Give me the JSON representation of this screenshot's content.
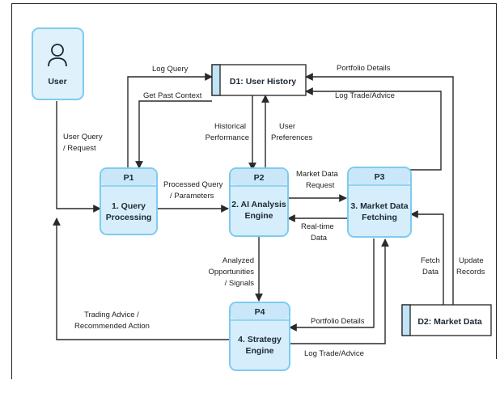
{
  "external_entity": {
    "label": "User"
  },
  "processes": {
    "p1": {
      "id": "P1",
      "name_line1": "1. Query",
      "name_line2": "Processing"
    },
    "p2": {
      "id": "P2",
      "name_line1": "2. AI Analysis",
      "name_line2": "Engine"
    },
    "p3": {
      "id": "P3",
      "name_line1": "3. Market Data",
      "name_line2": "Fetching"
    },
    "p4": {
      "id": "P4",
      "name_line1": "4. Strategy",
      "name_line2": "Engine"
    }
  },
  "data_stores": {
    "d1": {
      "label": "D1: User History"
    },
    "d2": {
      "label": "D2: Market Data"
    }
  },
  "flows": {
    "log_query": "Log Query",
    "get_past_context": "Get Past Context",
    "user_query_1": "User Query",
    "user_query_2": "/ Request",
    "processed_query_1": "Processed Query",
    "processed_query_2": "/ Parameters",
    "historical_1": "Historical",
    "historical_2": "Performance",
    "user_prefs_1": "User",
    "user_prefs_2": "Preferences",
    "market_request_1": "Market Data",
    "market_request_2": "Request",
    "realtime_1": "Real-time",
    "realtime_2": "Data",
    "portfolio_details_top": "Portfolio Details",
    "log_trade_top": "Log Trade/Advice",
    "fetch_data_1": "Fetch",
    "fetch_data_2": "Data",
    "update_records_1": "Update",
    "update_records_2": "Records",
    "analyzed_1": "Analyzed",
    "analyzed_2": "Opportunities",
    "analyzed_3": "/ Signals",
    "trading_advice_1": "Trading Advice /",
    "trading_advice_2": "Recommended Action",
    "portfolio_details_bottom": "Portfolio Details",
    "log_trade_bottom": "Log Trade/Advice"
  }
}
